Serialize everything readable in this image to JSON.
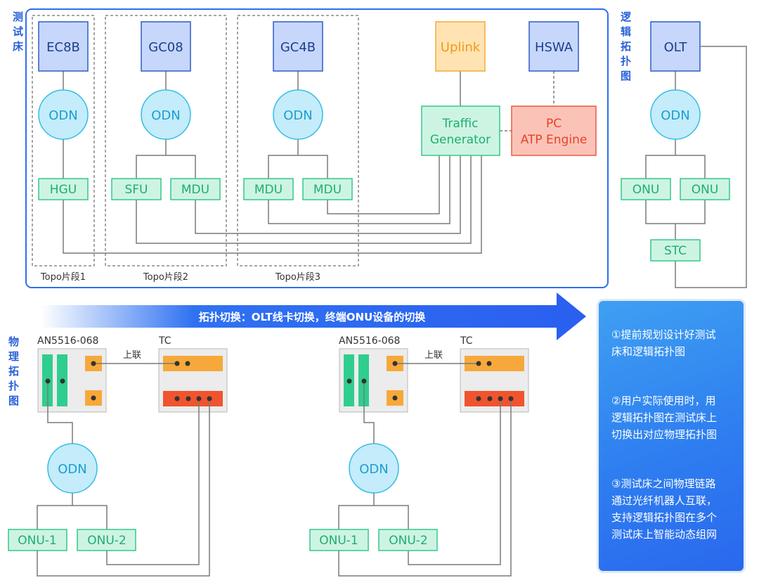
{
  "side_labels": {
    "testbed": [
      "测",
      "试",
      "床"
    ],
    "logical": [
      "逻",
      "辑",
      "拓",
      "扑",
      "图"
    ],
    "physical": [
      "物",
      "理",
      "拓",
      "扑",
      "图"
    ]
  },
  "testbed": {
    "segments": [
      {
        "label": "Topo片段1",
        "olt": "EC8B",
        "odn": "ODN",
        "devices": [
          "HGU"
        ]
      },
      {
        "label": "Topo片段2",
        "olt": "GC08",
        "odn": "ODN",
        "devices": [
          "SFU",
          "MDU"
        ]
      },
      {
        "label": "Topo片段3",
        "olt": "GC4B",
        "odn": "ODN",
        "devices": [
          "MDU",
          "MDU"
        ]
      }
    ],
    "uplink": "Uplink",
    "hswa": "HSWA",
    "traffic_generator": [
      "Traffic",
      "Generator"
    ],
    "pc_engine": [
      "PC",
      "ATP Engine"
    ]
  },
  "logical": {
    "olt": "OLT",
    "odn": "ODN",
    "onus": [
      "ONU",
      "ONU"
    ],
    "stc": "STC"
  },
  "banner": {
    "text": "拓扑切换：OLT线卡切换，终端ONU设备的切换"
  },
  "physical": [
    {
      "olt": "AN5516-068",
      "tc": "TC",
      "uplink_label": "上联",
      "odn": "ODN",
      "onus": [
        "ONU-1",
        "ONU-2"
      ]
    },
    {
      "olt": "AN5516-068",
      "tc": "TC",
      "uplink_label": "上联",
      "odn": "ODN",
      "onus": [
        "ONU-1",
        "ONU-2"
      ]
    }
  ],
  "notes": [
    [
      "①提前规划设计好测试",
      "床和逻辑拓扑图"
    ],
    [
      "②用户实际使用时，用",
      "逻辑拓扑图在测试床上",
      "切换出对应物理拓扑图"
    ],
    [
      "③测试床之间物理链路",
      "通过光纤机器人互联，",
      "支持逻辑拓扑图在多个",
      "测试床上智能动态组网"
    ]
  ],
  "colors": {
    "blue_box_fill": "#c6d7fb",
    "blue_box_stroke": "#2f5cc7",
    "odn_fill": "#c4ecfa",
    "odn_stroke": "#33bde5",
    "green_fill": "#cdf4e3",
    "green_stroke": "#34c88a",
    "uplink_fill": "#ffe3b2",
    "uplink_stroke": "#f4a93b",
    "pc_fill": "#fbc3b8",
    "pc_stroke": "#ec5a3f",
    "accent_blue": "#2f6ef0"
  }
}
